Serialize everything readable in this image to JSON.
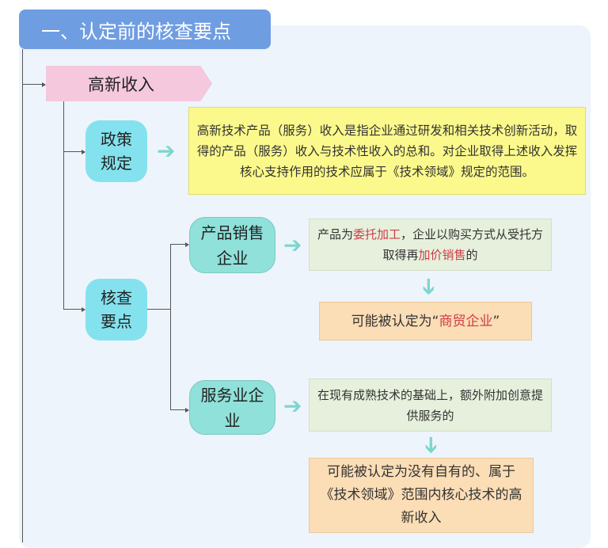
{
  "title": "一、认定前的核查要点",
  "root": "高新收入",
  "policy": {
    "label_lines": [
      "政策",
      "规定"
    ],
    "text": "高新技术产品（服务）收入是指企业通过研发和相关技术创新活动，取得的产品（服务）收入与技术性收入的总和。对企业取得上述收入发挥核心支持作用的技术应属于《技术领域》规定的范围。"
  },
  "check": {
    "label_lines": [
      "核查",
      "要点"
    ],
    "product": {
      "label": "产品销售企业",
      "desc": {
        "p1": "产品为",
        "r1": "委托加工",
        "p2": "，企业以购买方式从受托方取得再",
        "r2": "加价销售",
        "p3": "的"
      },
      "result": {
        "p1": "可能被认定为“",
        "r1": "商贸企业",
        "p2": "”"
      }
    },
    "service": {
      "label": "服务业企业",
      "desc": "在现有成熟技术的基础上，额外附加创意提供服务的",
      "result": "可能被认定为没有自有的、属于《技术领域》范围内核心技术的高新收入"
    }
  },
  "colors": {
    "title": "#6f9de2",
    "accent_red": "#cf3c46",
    "arrow": "#7dd6cc"
  }
}
